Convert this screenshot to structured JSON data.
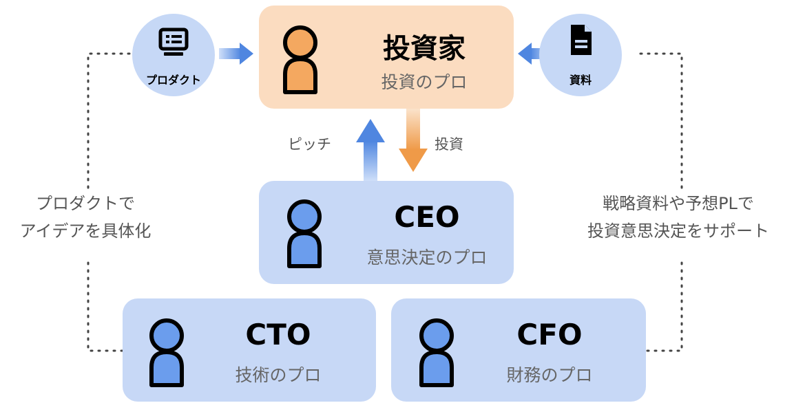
{
  "investor": {
    "title": "投資家",
    "subtitle": "投資のプロ"
  },
  "ceo": {
    "title": "CEO",
    "subtitle": "意思決定のプロ"
  },
  "cto": {
    "title": "CTO",
    "subtitle": "技術のプロ"
  },
  "cfo": {
    "title": "CFO",
    "subtitle": "財務のプロ"
  },
  "product_bubble": {
    "label": "プロダクト",
    "icon": "monitor-icon"
  },
  "docs_bubble": {
    "label": "資料",
    "icon": "document-icon"
  },
  "flows": {
    "pitch": "ピッチ",
    "invest": "投資"
  },
  "left_note": {
    "line1": "プロダクトで",
    "line2": "アイデアを具体化"
  },
  "right_note": {
    "line1": "戦略資料や予想PLで",
    "line2": "投資意思決定をサポート"
  },
  "colors": {
    "investor_box": "#fbdcc0",
    "exec_box": "#c7d8f6",
    "investor_person": "#f4a860",
    "exec_person": "#6b9ded",
    "bubble": "#c6d8f6",
    "arrow_blue": "#4f86e0",
    "arrow_orange": "#ef9a48"
  }
}
